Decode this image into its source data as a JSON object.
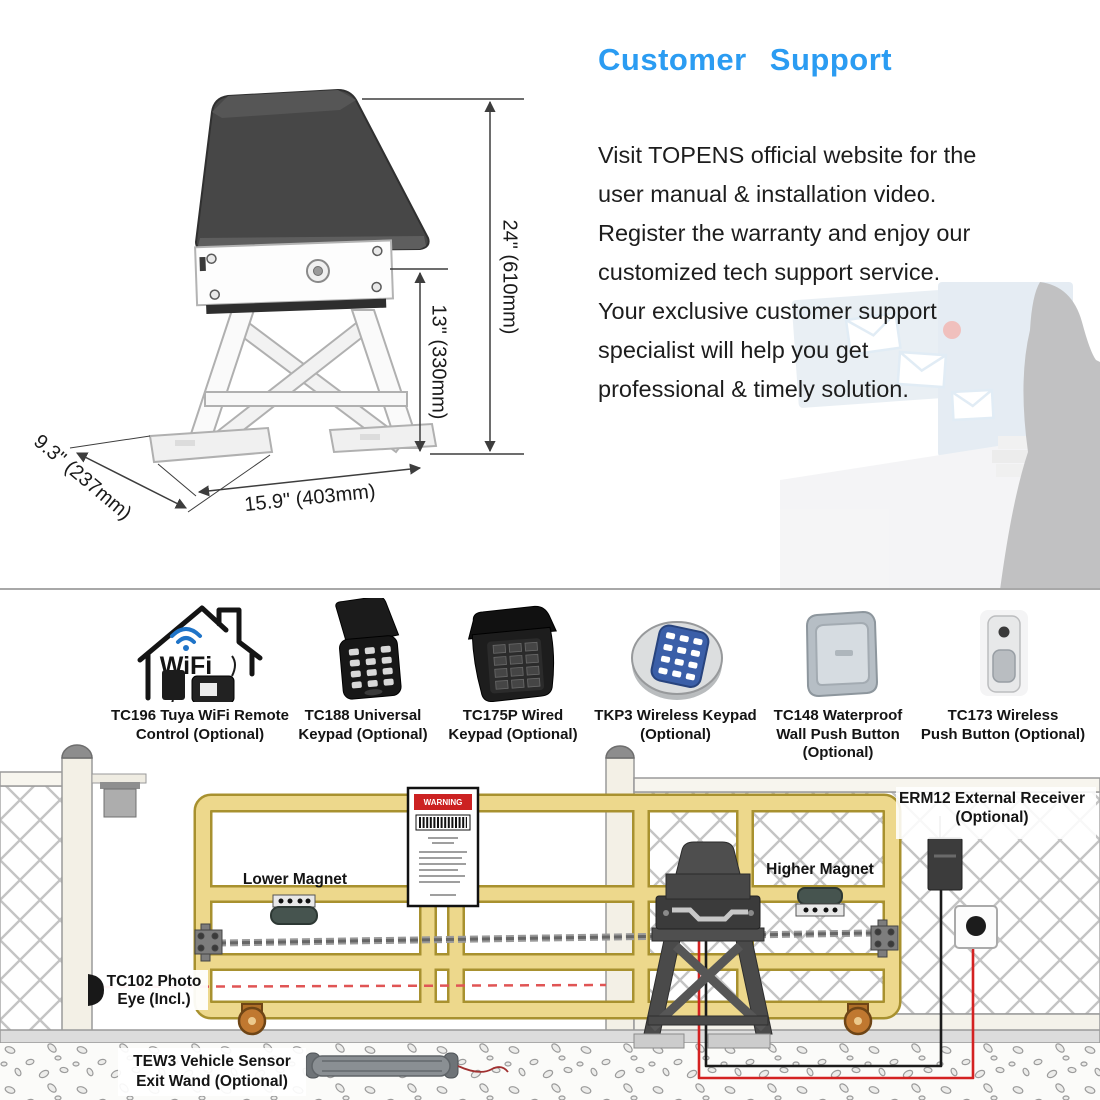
{
  "top": {
    "heading": "Customer Support",
    "paragraph_lines": [
      "Visit TOPENS official website for the",
      "user manual & installation video.",
      "Register the warranty and enjoy our",
      "customized tech support service.",
      "Your exclusive customer support",
      "specialist will help you get",
      "professional & timely solution."
    ],
    "dimensions": {
      "height": "24\" (610mm)",
      "bracket_height": "13\" (330mm)",
      "width": "15.9\" (403mm)",
      "depth": "9.3\" (237mm)"
    }
  },
  "accessories": [
    {
      "id": "tc196",
      "wifi_text": "WiFi",
      "lines": [
        "TC196 Tuya WiFi Remote",
        "Control (Optional)"
      ]
    },
    {
      "id": "tc188",
      "lines": [
        "TC188 Universal",
        "Keypad (Optional)"
      ]
    },
    {
      "id": "tc175p",
      "lines": [
        "TC175P Wired",
        "Keypad (Optional)"
      ]
    },
    {
      "id": "tkp3",
      "lines": [
        "TKP3 Wireless Keypad",
        "(Optional)"
      ]
    },
    {
      "id": "tc148",
      "lines": [
        "TC148 Waterproof",
        "Wall Push Button",
        "(Optional)"
      ]
    },
    {
      "id": "tc173",
      "lines": [
        "TC173 Wireless",
        "Push Button (Optional)"
      ]
    }
  ],
  "diagram": {
    "lower_magnet": "Lower Magnet",
    "higher_magnet": "Higher Magnet",
    "erm12_lines": [
      "ERM12 External Receiver",
      "(Optional)"
    ],
    "photo_eye_lines": [
      "TC102 Photo",
      "Eye (Incl.)"
    ],
    "exit_wand_lines": [
      "TEW3 Vehicle Sensor",
      "Exit Wand (Optional)"
    ],
    "warning_label": "WARNING"
  },
  "colors": {
    "heading_blue": "#2b9cf2",
    "gate_yellow": "#edd88c",
    "gate_border": "#a8912f",
    "beam_red": "#e05555",
    "wire_red": "#d42222",
    "wire_black": "#1b1b1b",
    "wifi_blue": "#1f74c8",
    "warning_red": "#cc2222",
    "magnet_green": "#46544f"
  }
}
